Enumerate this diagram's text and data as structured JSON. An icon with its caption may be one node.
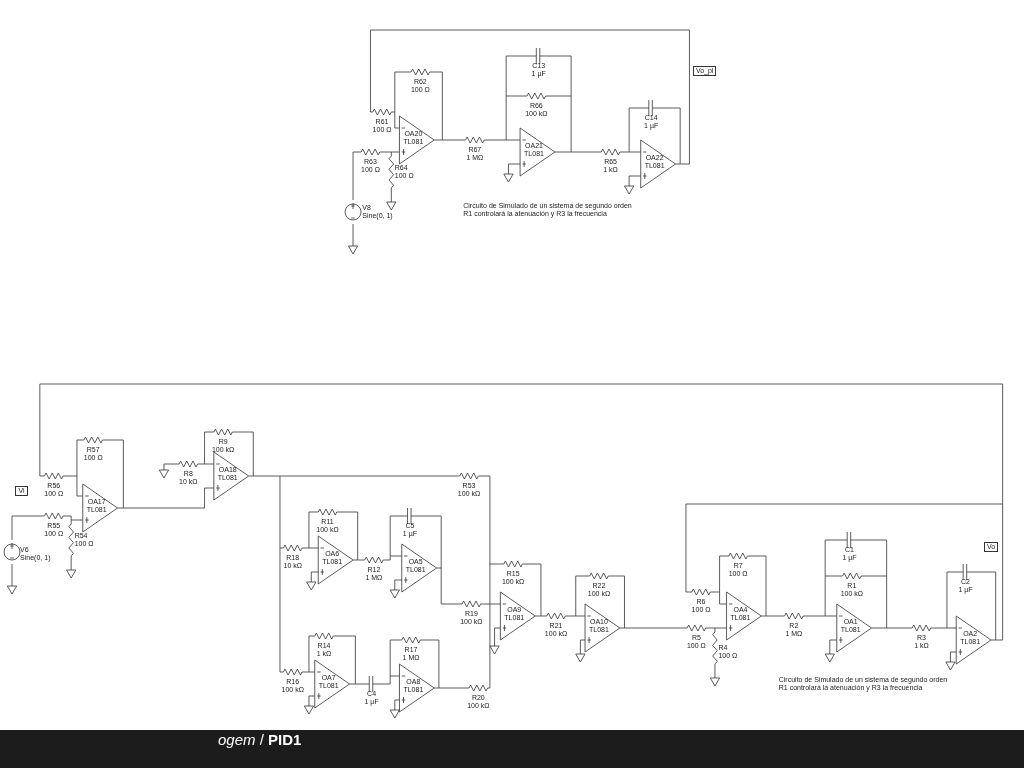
{
  "diagram": {
    "title": "*ogem* / **PID1**",
    "labels": [
      "R62",
      "100 Ω",
      "R61",
      "100 Ω",
      "OA20",
      "TL081",
      "R63",
      "100 Ω",
      "R64",
      "100 Ω",
      "R67",
      "1 MΩ",
      "C13",
      "1 µF",
      "R66",
      "100 kΩ",
      "OA21",
      "TL081",
      "R65",
      "1 kΩ",
      "C14",
      "1 µF",
      "OA22",
      "TL081",
      "Vo_pl",
      "V8",
      "Sine(0, 1)",
      "Circuito de Simulado de un sistema de segundo orden",
      "R1 controlará la atenuación y R3 la frecuencia",
      "R56",
      "100 Ω",
      "R57",
      "100 Ω",
      "OA17",
      "TL081",
      "R55",
      "100 Ω",
      "R54",
      "100 Ω",
      "V6",
      "Sine(0, 1)",
      "Vi",
      "R8",
      "10 kΩ",
      "R9",
      "100 kΩ",
      "OA18",
      "TL081",
      "R53",
      "100 kΩ",
      "R11",
      "100 kΩ",
      "R18",
      "10 kΩ",
      "OA6",
      "TL081",
      "R12",
      "1 MΩ",
      "C5",
      "1 µF",
      "OA5",
      "TL081",
      "R19",
      "100 kΩ",
      "R15",
      "100 kΩ",
      "OA9",
      "TL081",
      "R14",
      "1 kΩ",
      "R16",
      "100 kΩ",
      "OA7",
      "TL081",
      "C4",
      "1 µF",
      "R17",
      "1 MΩ",
      "OA8",
      "TL081",
      "R20",
      "100 kΩ",
      "R21",
      "100 kΩ",
      "R22",
      "100 kΩ",
      "OA10",
      "TL081",
      "R6",
      "100 Ω",
      "R7",
      "100 Ω",
      "OA4",
      "TL081",
      "R5",
      "100 Ω",
      "R4",
      "100 Ω",
      "R2",
      "1 MΩ",
      "C1",
      "1 µF",
      "R1",
      "100 kΩ",
      "OA1",
      "TL081",
      "R3",
      "1 kΩ",
      "C2",
      "1 µF",
      "OA2",
      "TL081",
      "Vo",
      "Circuito de Simulado de un sistema de segundo orden",
      "R1 controlará la atenuación y R3 la frecuencia"
    ]
  }
}
